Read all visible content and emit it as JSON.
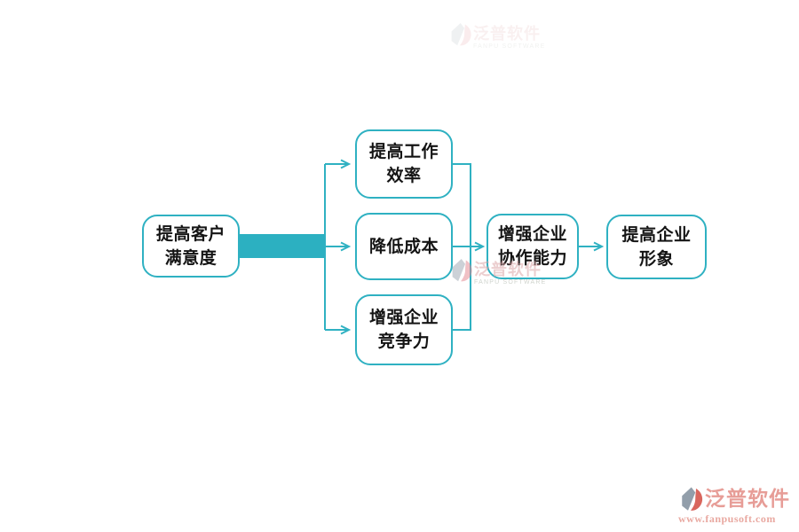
{
  "diagram": {
    "accent_color": "#2fb1c2",
    "nodes": [
      {
        "id": "n1",
        "label": "提高客户\n满意度"
      },
      {
        "id": "n2",
        "label": "提高工作\n效率"
      },
      {
        "id": "n3",
        "label": "降低成本"
      },
      {
        "id": "n4",
        "label": "增强企业\n竞争力"
      },
      {
        "id": "n5",
        "label": "增强企业\n协作能力"
      },
      {
        "id": "n6",
        "label": "提高企业\n形象"
      }
    ]
  },
  "watermarks": {
    "top": {
      "brand": "泛普软件",
      "subtitle": "FANPU SOFTWARE"
    },
    "center": {
      "brand": "泛普软件",
      "subtitle": "FANPU SOFTWARE"
    },
    "corner": {
      "brand": "泛普软件",
      "url": "www.fanpusoft.com"
    }
  }
}
